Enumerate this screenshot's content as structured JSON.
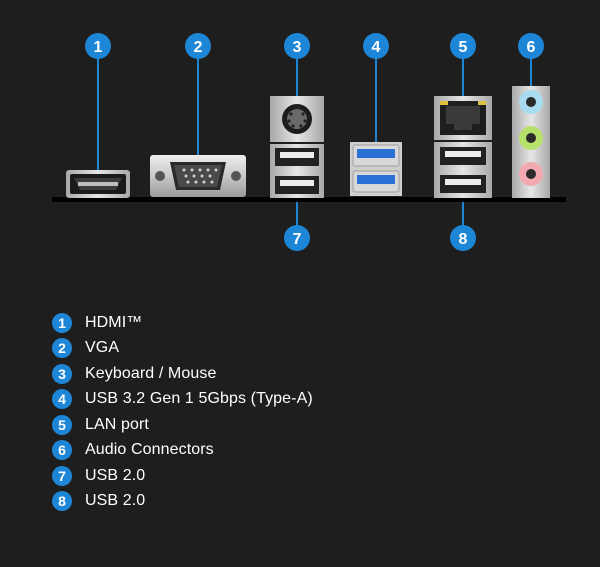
{
  "colors": {
    "background": "#1e1e1f",
    "callout": "#1e86d6",
    "usb3_blue": "#2a6fd4",
    "audio_blue": "#a9dcf0",
    "audio_green": "#b6e26b",
    "audio_pink": "#f2a9b0"
  },
  "callouts": [
    {
      "number": "1"
    },
    {
      "number": "2"
    },
    {
      "number": "3"
    },
    {
      "number": "4"
    },
    {
      "number": "5"
    },
    {
      "number": "6"
    },
    {
      "number": "7"
    },
    {
      "number": "8"
    }
  ],
  "legend": [
    {
      "number": "1",
      "label": "HDMI™"
    },
    {
      "number": "2",
      "label": "VGA"
    },
    {
      "number": "3",
      "label": "Keyboard / Mouse"
    },
    {
      "number": "4",
      "label": "USB 3.2 Gen 1 5Gbps (Type-A)"
    },
    {
      "number": "5",
      "label": "LAN port"
    },
    {
      "number": "6",
      "label": "Audio Connectors"
    },
    {
      "number": "7",
      "label": "USB 2.0"
    },
    {
      "number": "8",
      "label": "USB 2.0"
    }
  ]
}
